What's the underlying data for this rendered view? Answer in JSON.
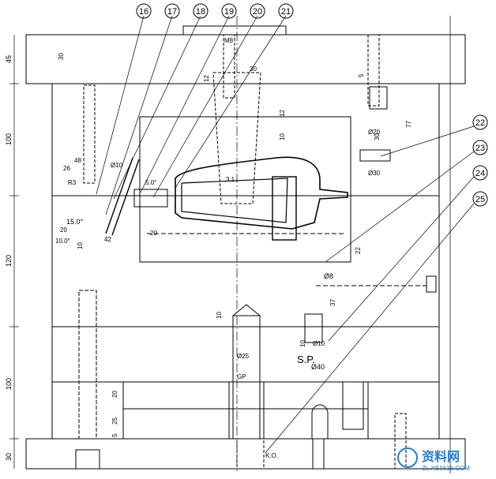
{
  "callouts": [
    "16",
    "17",
    "18",
    "19",
    "20",
    "21",
    "22",
    "23",
    "24",
    "25"
  ],
  "vertical_dims": [
    "45",
    "100",
    "120",
    "100",
    "30"
  ],
  "dims": {
    "d30_top": "30",
    "d12a": "12",
    "d30b": "30",
    "d5": "5",
    "d77": "77",
    "d30c": "30",
    "dia20": "Ø20",
    "dia30": "Ø30",
    "d12b": "12",
    "d10a": "10",
    "d48": "48",
    "d26": "26",
    "r3": "R3",
    "dia10a": "Ø10",
    "d50": "5.0°",
    "d31": "3.1",
    "ang15": "15.0°",
    "d20a": "20",
    "ang10": "10.0°",
    "d10b": "10",
    "d42": "42",
    "d20b": "20",
    "d22": "22",
    "dia8": "Ø8",
    "d37": "37",
    "d10c": "10",
    "dia25": "Ø25",
    "d10d": "10",
    "dia10b": "Ø10",
    "dia40": "Ø40",
    "d20c": "20",
    "d25": "25",
    "d5b": "5"
  },
  "labels": {
    "sp": "S.P.",
    "gp": "GP",
    "ko": "K.O.",
    "screw_top": "M8"
  },
  "watermark": {
    "text": "资料网",
    "url": "ZL.XS1616.COM"
  }
}
